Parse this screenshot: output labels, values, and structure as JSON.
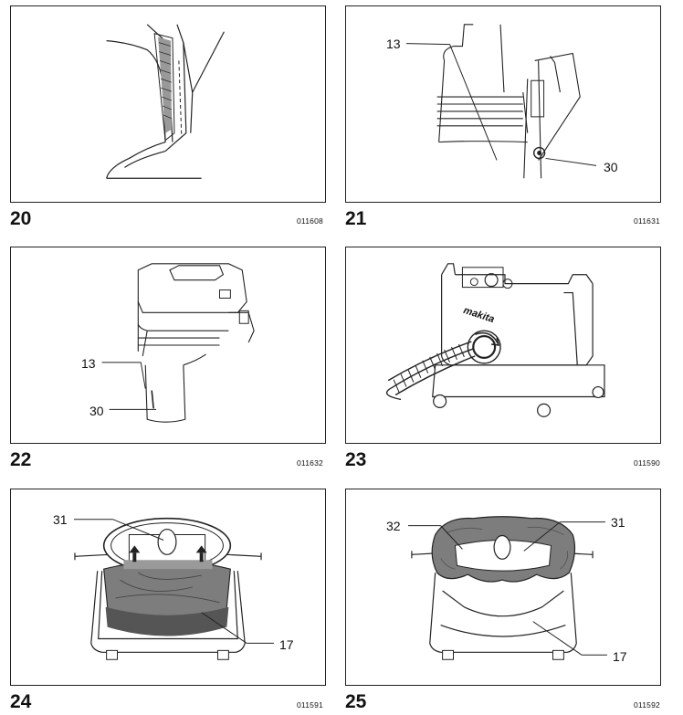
{
  "figures": [
    {
      "number": "20",
      "code": "011608",
      "callouts": []
    },
    {
      "number": "21",
      "code": "011631",
      "callouts": [
        "13",
        "30"
      ]
    },
    {
      "number": "22",
      "code": "011632",
      "callouts": [
        "13",
        "30"
      ]
    },
    {
      "number": "23",
      "code": "011590",
      "callouts": [],
      "brand": "makita"
    },
    {
      "number": "24",
      "code": "011591",
      "callouts": [
        "31",
        "17"
      ]
    },
    {
      "number": "25",
      "code": "011592",
      "callouts": [
        "32",
        "31",
        "17"
      ]
    }
  ],
  "colors": {
    "line": "#222222",
    "bag_fill": "#7d7d7d",
    "bag_dark": "#555555"
  }
}
